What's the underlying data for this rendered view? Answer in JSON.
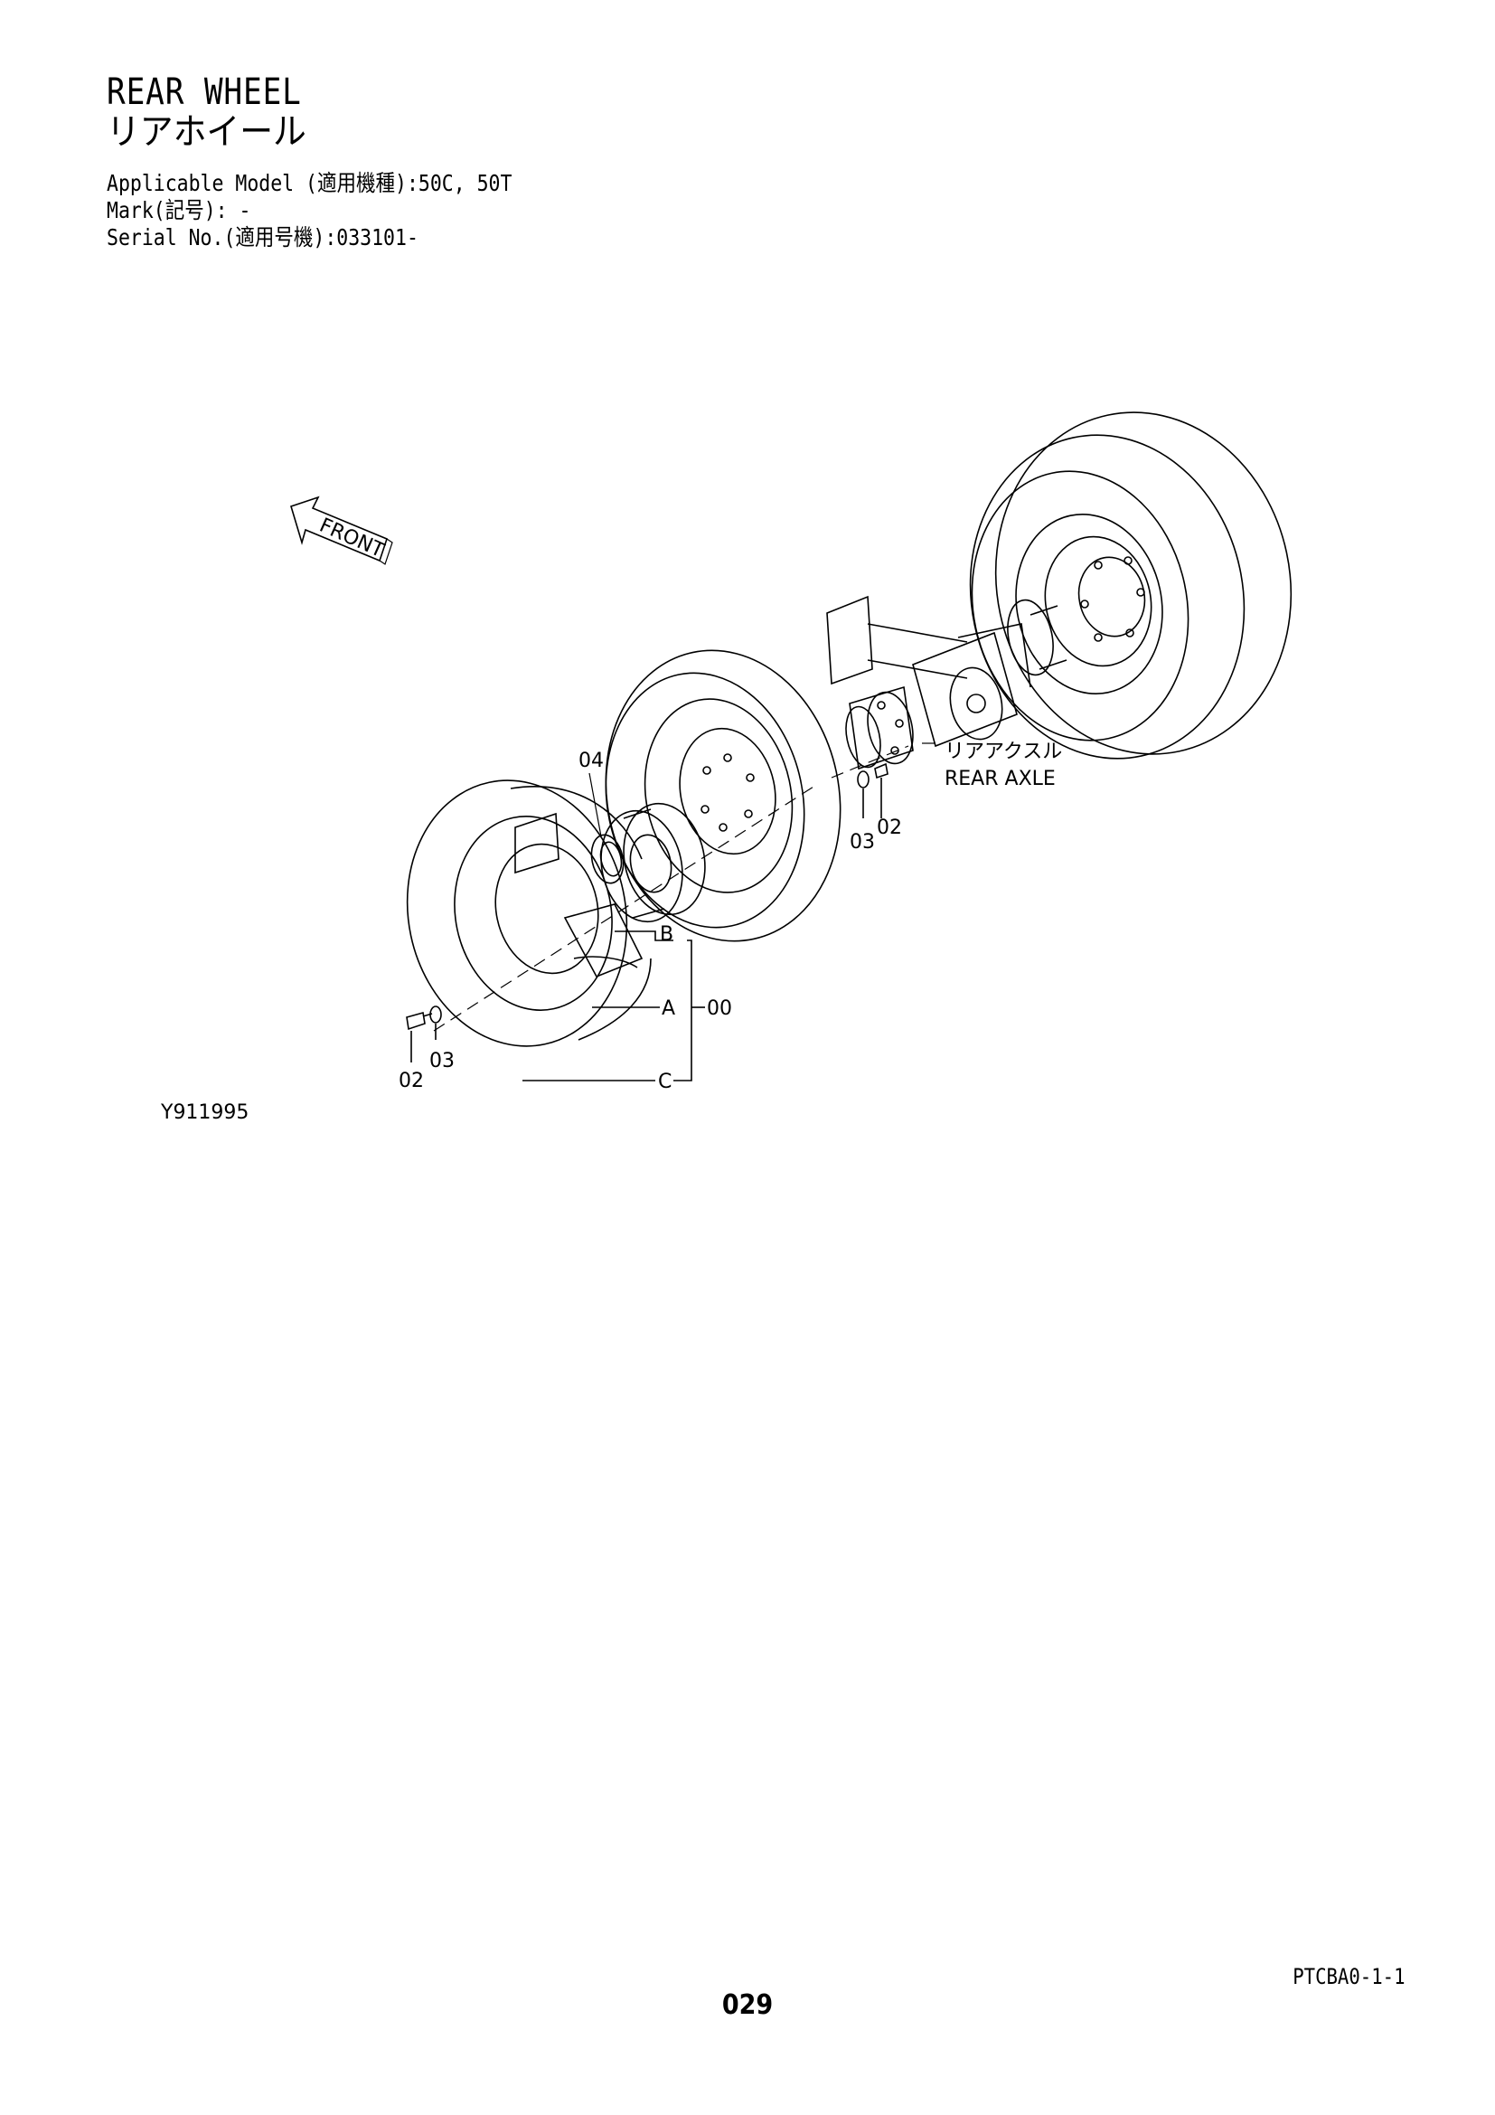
{
  "header": {
    "title_en": "REAR WHEEL",
    "title_ja": "リアホイール",
    "applicable_model": "Applicable Model (適用機種):50C, 50T",
    "mark": "Mark(記号): -",
    "serial_no": "Serial No.(適用号機):033101-"
  },
  "diagram": {
    "front_label": "FRONT",
    "axle_label_ja": "リアアクスル",
    "axle_label_en": "REAR AXLE",
    "callouts": {
      "c04": "04",
      "c03_right": "03",
      "c02_right": "02",
      "cB": "B",
      "cA": "A",
      "c00": "00",
      "cC": "C",
      "c02_left": "02",
      "c03_left": "03"
    },
    "figure_id": "Y911995"
  },
  "footer": {
    "ref_code": "PTCBA0-1-1",
    "page_number": "029"
  }
}
